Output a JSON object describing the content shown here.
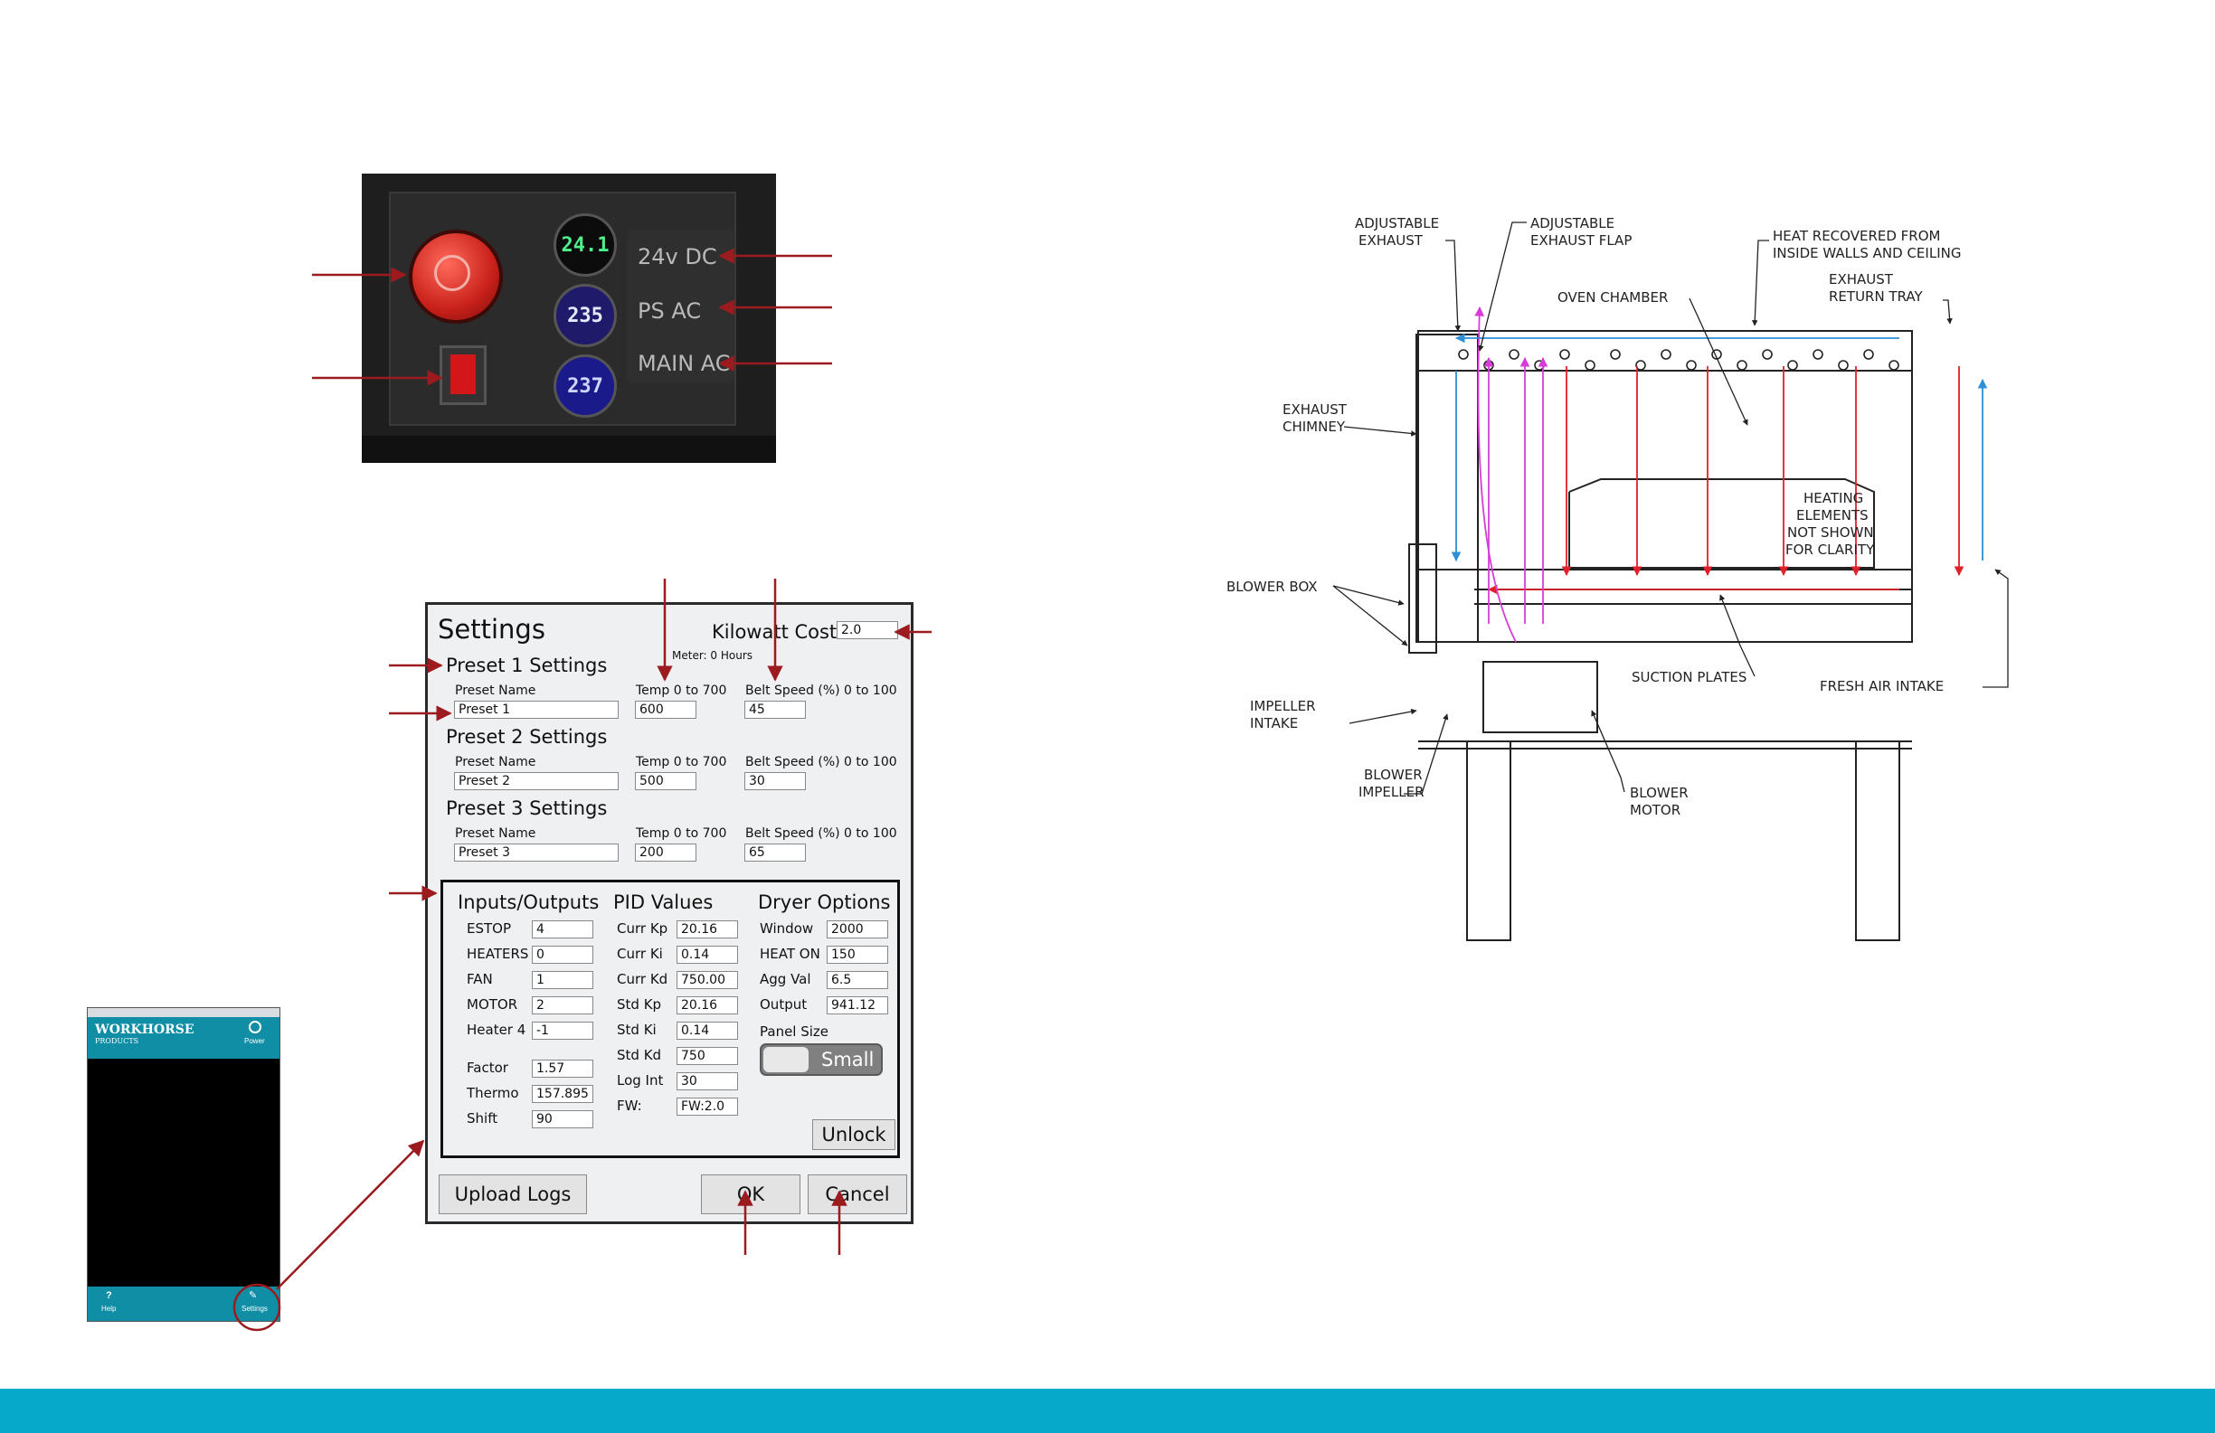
{
  "panel": {
    "led_24v": "24v DC",
    "led_ps": "PS AC",
    "led_main": "MAIN AC",
    "gauge_24v": "24.1",
    "gauge_ps": "235",
    "gauge_main": "237"
  },
  "settings": {
    "title": "Settings",
    "kilowatt_label": "Kilowatt Cost",
    "kilowatt_value": "2.0",
    "meter": "Meter: 0 Hours",
    "preset_name_label": "Preset Name",
    "temp_label": "Temp 0 to 700",
    "belt_label": "Belt Speed (%) 0 to 100",
    "presets": [
      {
        "heading": "Preset 1 Settings",
        "name": "Preset 1",
        "temp": "600",
        "belt": "45"
      },
      {
        "heading": "Preset 2 Settings",
        "name": "Preset 2",
        "temp": "500",
        "belt": "30"
      },
      {
        "heading": "Preset 3 Settings",
        "name": "Preset 3",
        "temp": "200",
        "belt": "65"
      }
    ],
    "io_title": "Inputs/Outputs",
    "io": [
      {
        "label": "ESTOP",
        "value": "4"
      },
      {
        "label": "HEATERS",
        "value": "0"
      },
      {
        "label": "FAN",
        "value": "1"
      },
      {
        "label": "MOTOR",
        "value": "2"
      },
      {
        "label": "Heater 4",
        "value": "-1"
      },
      {
        "label": "Factor",
        "value": "1.57"
      },
      {
        "label": "Thermo",
        "value": "157.895"
      },
      {
        "label": "Shift",
        "value": "90"
      }
    ],
    "pid_title": "PID Values",
    "pid": [
      {
        "label": "Curr Kp",
        "value": "20.16"
      },
      {
        "label": "Curr Ki",
        "value": "0.14"
      },
      {
        "label": "Curr Kd",
        "value": "750.00"
      },
      {
        "label": "Std Kp",
        "value": "20.16"
      },
      {
        "label": "Std Ki",
        "value": "0.14"
      },
      {
        "label": "Std Kd",
        "value": "750"
      },
      {
        "label": "Log Int",
        "value": "30"
      },
      {
        "label": "FW:",
        "value": "FW:2.0"
      }
    ],
    "dryer_title": "Dryer Options",
    "dryer": [
      {
        "label": "Window",
        "value": "2000"
      },
      {
        "label": "HEAT ON",
        "value": "150"
      },
      {
        "label": "Agg Val",
        "value": "6.5"
      },
      {
        "label": "Output",
        "value": "941.12"
      }
    ],
    "panel_size_label": "Panel Size",
    "panel_size_value": "Small",
    "unlock": "Unlock",
    "upload_logs": "Upload Logs",
    "ok": "OK",
    "cancel": "Cancel"
  },
  "phone": {
    "brand_line1": "WORKHORSE",
    "brand_line2": "PRODUCTS",
    "power": "Power",
    "help": "Help",
    "settings": "Settings"
  },
  "diagram": {
    "labels": [
      "ADJUSTABLE EXHAUST",
      "ADJUSTABLE EXHAUST FLAP",
      "HEAT RECOVERED FROM INSIDE WALLS AND CEILING",
      "EXHAUST RETURN TRAY",
      "OVEN CHAMBER",
      "EXHAUST CHIMNEY",
      "HEATING ELEMENTS NOT SHOWN FOR CLARITY",
      "BLOWER BOX",
      "SUCTION PLATES",
      "FRESH AIR INTAKE",
      "IMPELLER INTAKE",
      "BLOWER IMPELLER",
      "BLOWER MOTOR"
    ]
  },
  "colors": {
    "arrow": "#9b1b1f",
    "footer": "#06a9c9",
    "flow_red": "#e0202a",
    "flow_magenta": "#d83cd8",
    "flow_blue": "#2c8fd8"
  }
}
